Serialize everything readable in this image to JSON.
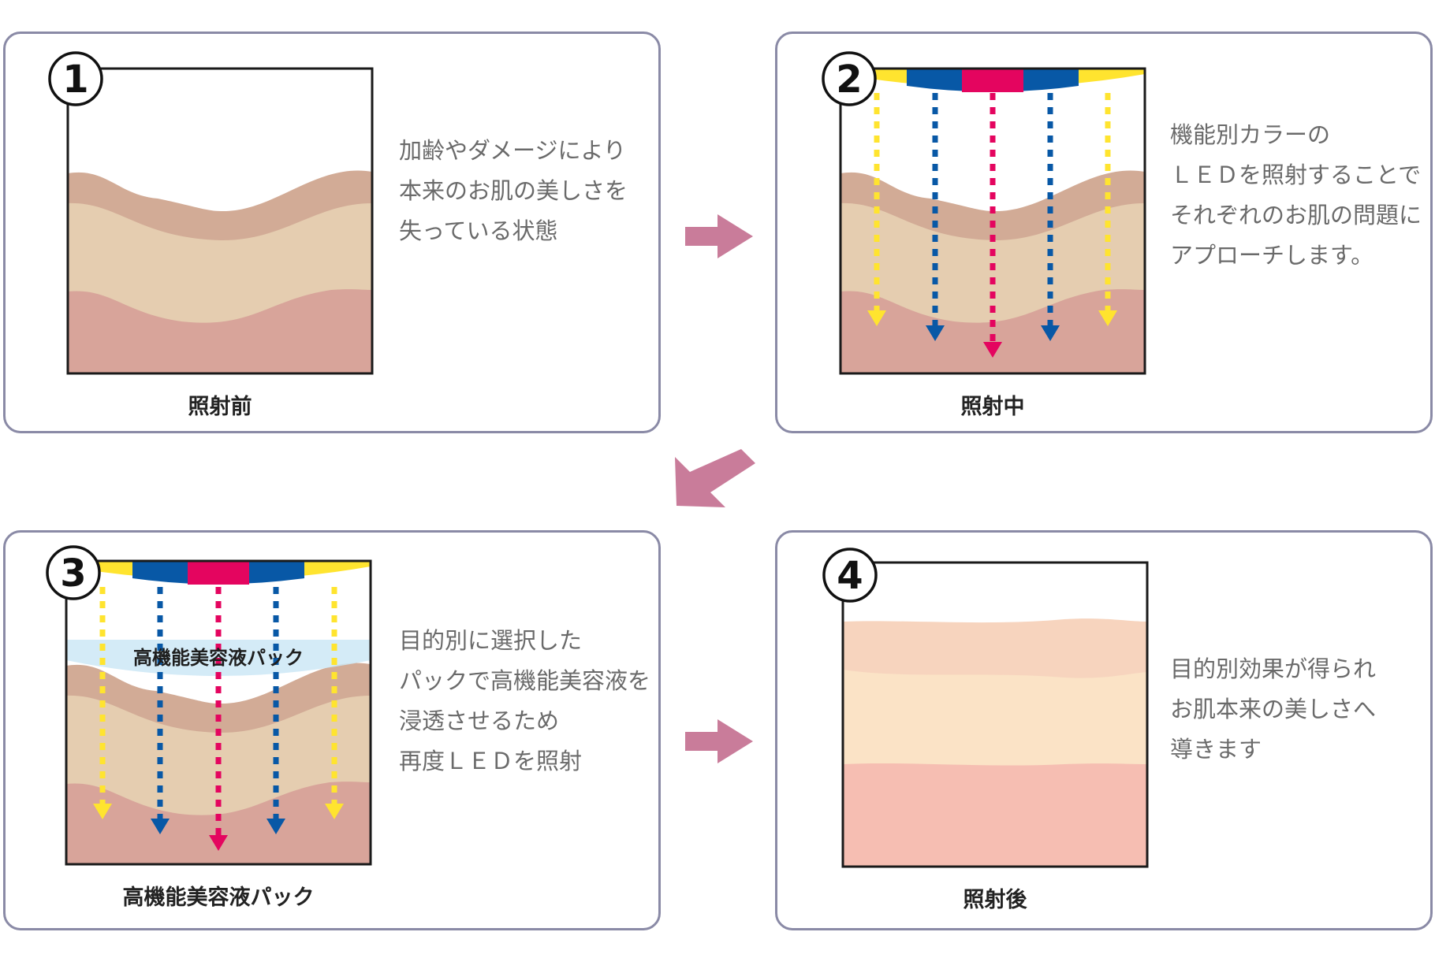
{
  "colors": {
    "panel_border": "#8a8aa6",
    "flow_arrow": "#c97c9a",
    "led_yellow": "#ffe42f",
    "led_blue": "#0858a6",
    "led_magenta": "#e4055f",
    "skin_top": "#d2ab96",
    "skin_mid": "#e5cdb0",
    "skin_bottom": "#d8a49a",
    "skin_after_top": "#f7d4be",
    "skin_after_mid": "#fbe3c6",
    "skin_after_bottom": "#f6beb2",
    "pack_blue": "#cce7f6"
  },
  "panels": [
    {
      "number": "1",
      "caption": "照射前",
      "lines": [
        "加齢やダメージにより",
        "本来のお肌の美しさを",
        "失っている状態"
      ]
    },
    {
      "number": "2",
      "caption": "照射中",
      "lines": [
        "機能別カラーの",
        "ＬＥＤを照射することで",
        "それぞれのお肌の問題に",
        "アプローチします。"
      ]
    },
    {
      "number": "3",
      "caption": "高機能美容液パック",
      "pack_label": "高機能美容液パック",
      "lines": [
        "目的別に選択した",
        "パックで高機能美容液を",
        "浸透させるため",
        "再度ＬＥＤを照射"
      ]
    },
    {
      "number": "4",
      "caption": "照射後",
      "lines": [
        "目的別効果が得られ",
        "お肌本来の美しさへ",
        "導きます"
      ]
    }
  ]
}
